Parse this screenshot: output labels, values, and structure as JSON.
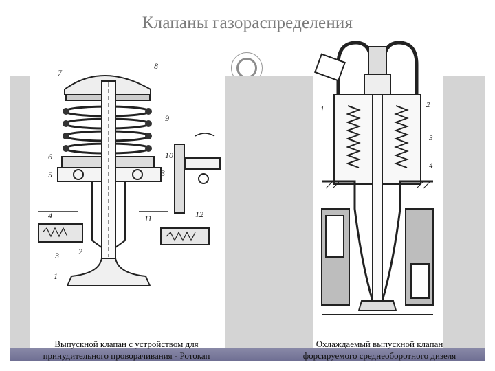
{
  "slide": {
    "title": "Клапаны газораспределения"
  },
  "left_figure": {
    "caption_line1": "Выпускной клапан с устройством для",
    "caption_line2": "принудительного проворачивания - Ротокап",
    "callouts": [
      "7",
      "8",
      "9",
      "6",
      "5",
      "4",
      "3",
      "2",
      "1",
      "10",
      "3",
      "11",
      "12"
    ]
  },
  "right_figure": {
    "caption_line1": "Охлаждаемый выпускной клапан",
    "caption_line2": "форсируемого среднеоборотного дизеля",
    "callouts": [
      "1",
      "2",
      "3",
      "4"
    ]
  },
  "colors": {
    "title": "#7a7a7a",
    "side_panel": "#d4d4d4",
    "bottom_bar": "#6e6e92",
    "ink": "#222222"
  }
}
